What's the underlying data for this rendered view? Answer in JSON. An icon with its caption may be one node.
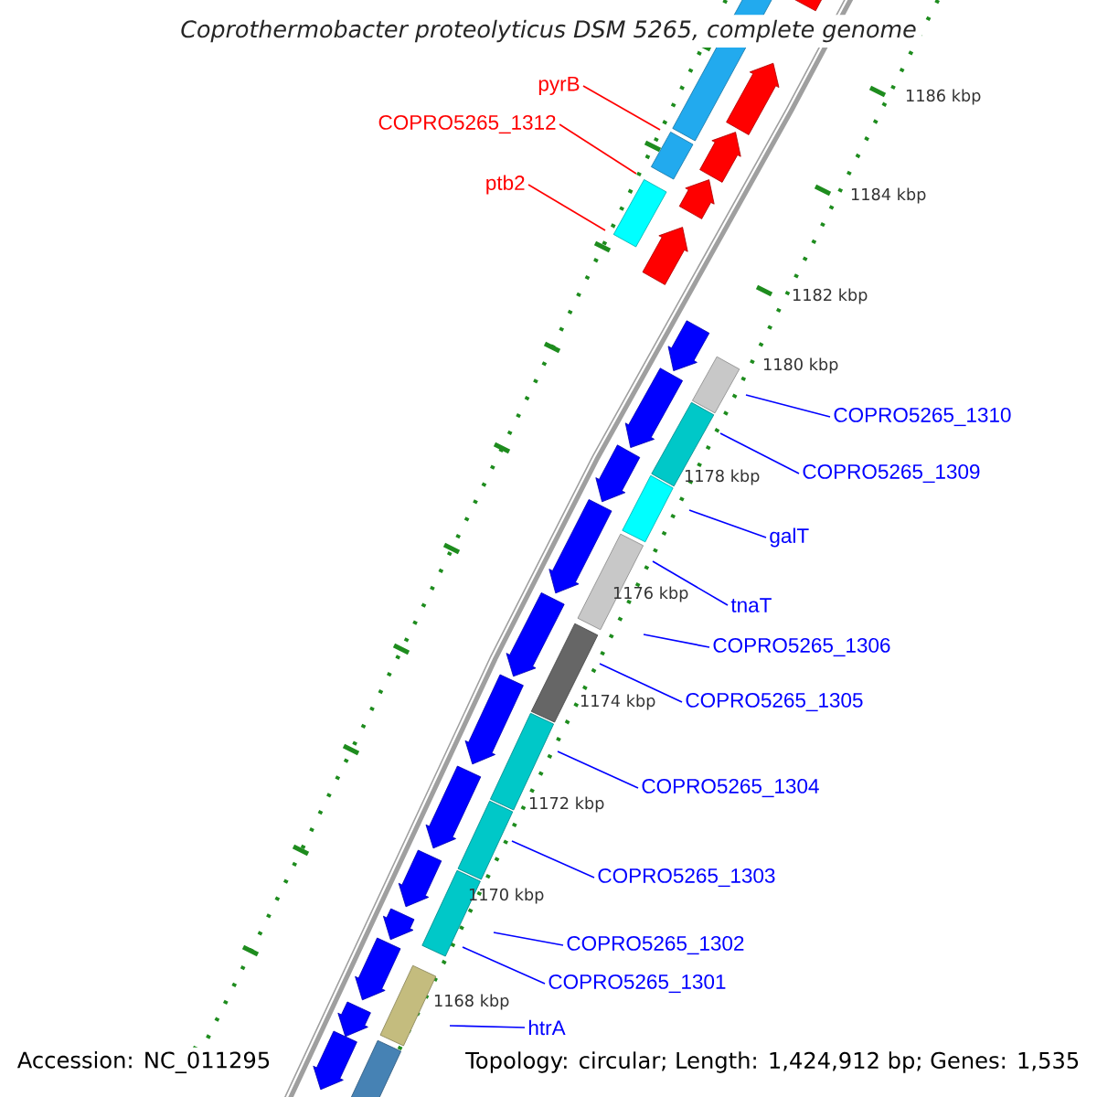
{
  "diagram": {
    "title": "Coprothermobacter proteolyticus DSM 5265, complete genome",
    "nodes": [
      {
        "text": [
          "pyrB"
        ]
      },
      {
        "text": [
          "COPRO5265_1312"
        ]
      },
      {
        "text": [
          "ptb2"
        ]
      },
      {
        "text": [
          "COPRO5265_1310"
        ]
      },
      {
        "text": [
          "COPRO5265_1309"
        ]
      },
      {
        "text": [
          "galT"
        ]
      },
      {
        "text": [
          "tnaT"
        ]
      },
      {
        "text": [
          "COPRO5265_1306"
        ]
      },
      {
        "text": [
          "COPRO5265_1305"
        ]
      },
      {
        "text": [
          "COPRO5265_1304"
        ]
      },
      {
        "text": [
          "COPRO5265_1303"
        ]
      },
      {
        "text": [
          "COPRO5265_1302"
        ]
      },
      {
        "text": [
          "COPRO5265_1301"
        ]
      },
      {
        "text": [
          "htrA"
        ]
      }
    ],
    "edges": [
      {
        "from": 0,
        "to": null,
        "arrow": "none",
        "color": "#ff0000"
      },
      {
        "from": 1,
        "to": null,
        "arrow": "none",
        "color": "#ff0000"
      },
      {
        "from": 2,
        "to": null,
        "arrow": "none",
        "color": "#ff0000"
      },
      {
        "from": 3,
        "to": null,
        "arrow": "none"
      },
      {
        "from": 4,
        "to": null,
        "arrow": "none"
      },
      {
        "from": 5,
        "to": null,
        "arrow": "none"
      },
      {
        "from": 6,
        "to": null,
        "arrow": "none"
      },
      {
        "from": 7,
        "to": null,
        "arrow": "none"
      },
      {
        "from": 8,
        "to": null,
        "arrow": "none"
      },
      {
        "from": 9,
        "to": null,
        "arrow": "none"
      },
      {
        "from": 10,
        "to": null,
        "arrow": "none"
      },
      {
        "from": 11,
        "to": null,
        "arrow": "none"
      },
      {
        "from": 12,
        "to": null,
        "arrow": "none"
      },
      {
        "from": 13,
        "to": null,
        "arrow": "none"
      }
    ],
    "labels": [
      "1186 kbp",
      "1184 kbp",
      "1182 kbp",
      "1180 kbp",
      "1178 kbp",
      "1176 kbp",
      "1174 kbp",
      "1172 kbp",
      "1170 kbp",
      "1168 kbp",
      "Accession: NC_011295",
      "Topology: circular; Length: 1,424,912 bp; Genes: 1,535"
    ]
  }
}
